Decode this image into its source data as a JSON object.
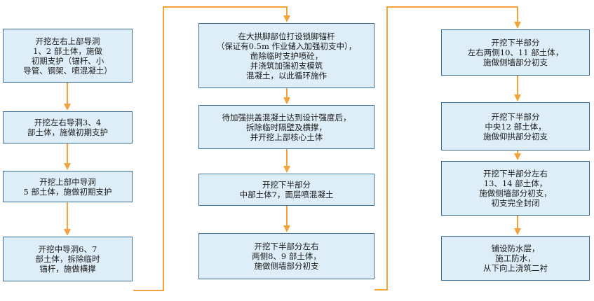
{
  "steps": [
    {
      "text": "开挖左右上部导洞\n1、2 部土体，施做\n初期支护（锚杆、小\n导管、钢架、喷混凝土）"
    },
    {
      "text": "开挖左右导洞3、4\n部土体，施做初期支护"
    },
    {
      "text": "开挖上部中导洞\n5 部土体，施做初期支护"
    },
    {
      "text": "开挖中导洞6、7\n部土体，拆除临时\n锚杆，施做横撑"
    },
    {
      "text": "在大拱脚部位打设锁脚锚杆\n（保证有0.5m 作业储入加强初支中），\n凿除临时支护喷砼，\n并浇筑加强初支模筑\n混凝土，以此循环施作"
    },
    {
      "text": "待加强拱盖混凝土达到设计强度后，\n拆除临时隔壁及横撑，\n并开挖上部核心土体"
    },
    {
      "text": "开挖下半部分\n中部土体7，面层喷混凝土"
    },
    {
      "text": "开挖下半部分左右\n两侧8、9 部土体，\n施做侧墙部分初支"
    },
    {
      "text": "开挖下半部分\n左右两侧10、11 部土体，\n施做侧墙部分初支"
    },
    {
      "text": "开挖下半部分\n中央12 部土体，\n施做仰拱部分初支"
    },
    {
      "text": "开挖下半部分左右\n13、14 部土体，\n施做侧墙部分初支，\n初支完全封闭"
    },
    {
      "text": "铺设防水层，\n施工防水，\n从下向上浇筑二衬"
    }
  ],
  "colors": {
    "box_fill": "#ddeef9",
    "box_border": "#3b6f9a",
    "arrow": "#f2a33a"
  }
}
